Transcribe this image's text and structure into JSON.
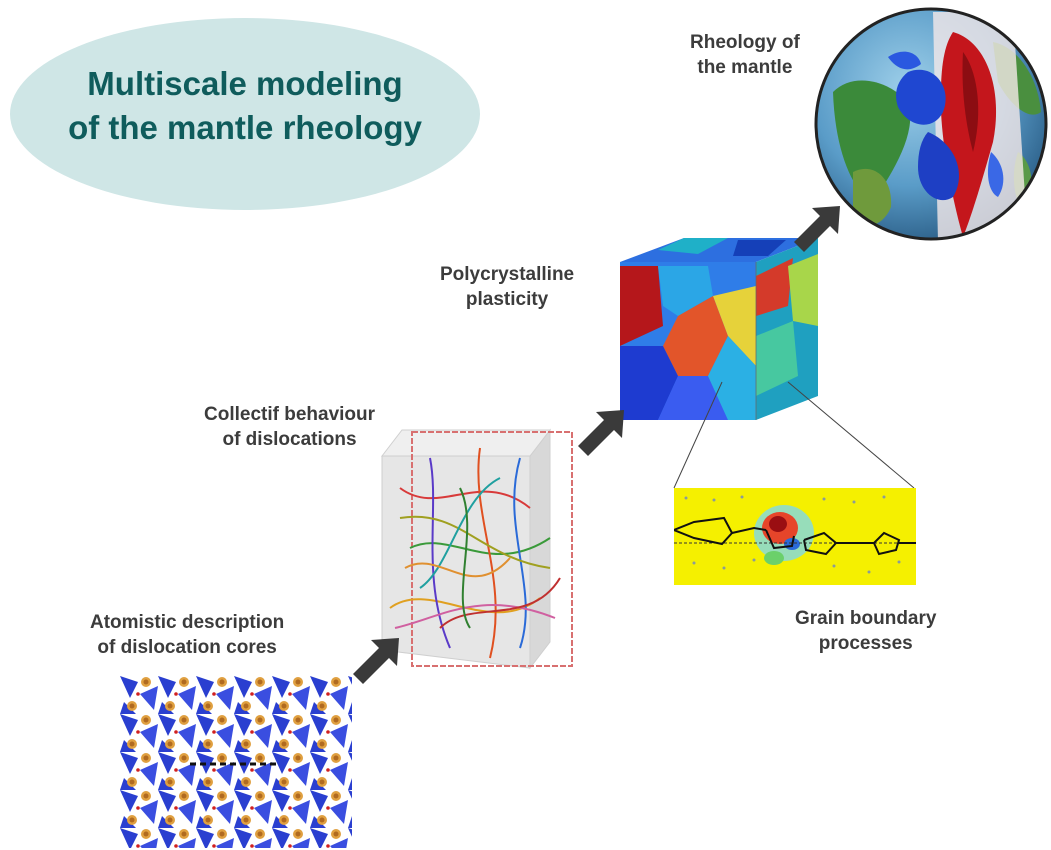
{
  "title": {
    "line1": "Multiscale modeling",
    "line2": "of the mantle rheology"
  },
  "labels": {
    "rheology": {
      "line1": "Rheology of",
      "line2": "the mantle"
    },
    "polycrystalline": {
      "line1": "Polycrystalline",
      "line2": "plasticity"
    },
    "collective": {
      "line1": "Collectif  behaviour",
      "line2": "of dislocations"
    },
    "atomistic": {
      "line1": "Atomistic description",
      "line2": "of dislocation cores"
    },
    "grain_boundary": {
      "line1": "Grain boundary",
      "line2": "processes"
    }
  },
  "icons": [
    "thick-arrow-icon"
  ],
  "colors": {
    "title_text": "#0f5c5c",
    "ellipse_fill": "#cfe6e6",
    "label_text": "#3c3c3c",
    "arrow": "#3a3a3a",
    "grain_panel": "#f5f000"
  }
}
